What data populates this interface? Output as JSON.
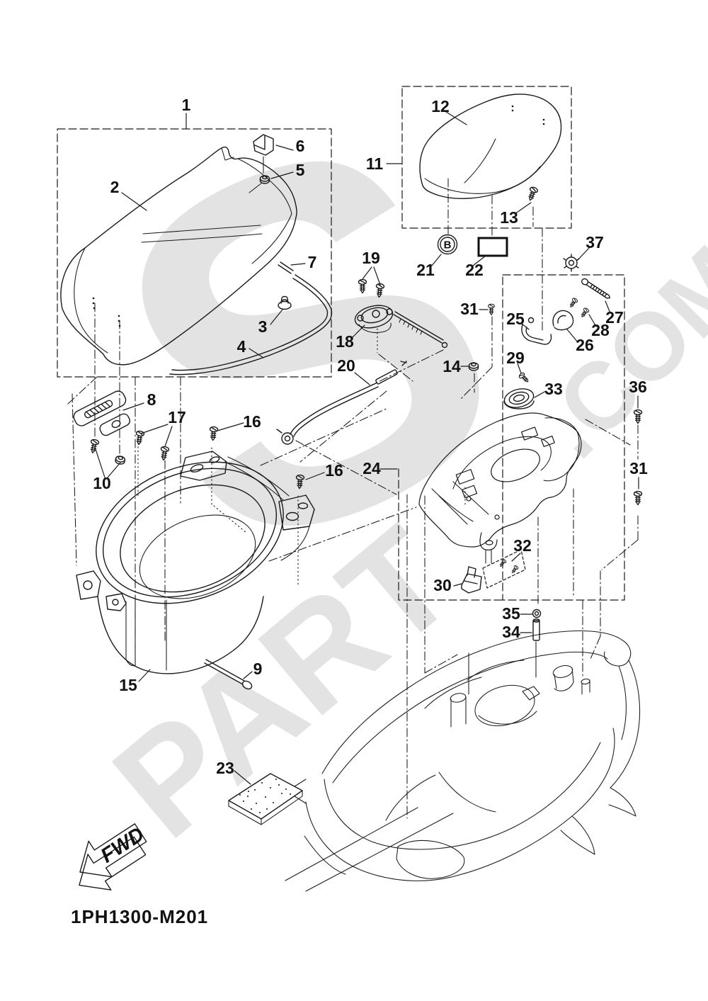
{
  "diagram": {
    "code": "1PH1300-M201",
    "fwd_label": "FWD",
    "key_letter": "B",
    "watermark": {
      "left": "PART",
      "mid": "S",
      "right": ".COM"
    },
    "colors": {
      "background": "#ffffff",
      "line": "#1a1a1a",
      "watermark": "#e3e3e3"
    },
    "callouts": [
      {
        "label": "1"
      },
      {
        "label": "2"
      },
      {
        "label": "3"
      },
      {
        "label": "4"
      },
      {
        "label": "5"
      },
      {
        "label": "6"
      },
      {
        "label": "7"
      },
      {
        "label": "8"
      },
      {
        "label": "9"
      },
      {
        "label": "10"
      },
      {
        "label": "11"
      },
      {
        "label": "12"
      },
      {
        "label": "13"
      },
      {
        "label": "14"
      },
      {
        "label": "15"
      },
      {
        "label": "16"
      },
      {
        "label": "16"
      },
      {
        "label": "17"
      },
      {
        "label": "18"
      },
      {
        "label": "19"
      },
      {
        "label": "20"
      },
      {
        "label": "21"
      },
      {
        "label": "22"
      },
      {
        "label": "23"
      },
      {
        "label": "24"
      },
      {
        "label": "25"
      },
      {
        "label": "26"
      },
      {
        "label": "27"
      },
      {
        "label": "28"
      },
      {
        "label": "29"
      },
      {
        "label": "30"
      },
      {
        "label": "31"
      },
      {
        "label": "31"
      },
      {
        "label": "32"
      },
      {
        "label": "33"
      },
      {
        "label": "34"
      },
      {
        "label": "35"
      },
      {
        "label": "36"
      },
      {
        "label": "37"
      }
    ]
  }
}
